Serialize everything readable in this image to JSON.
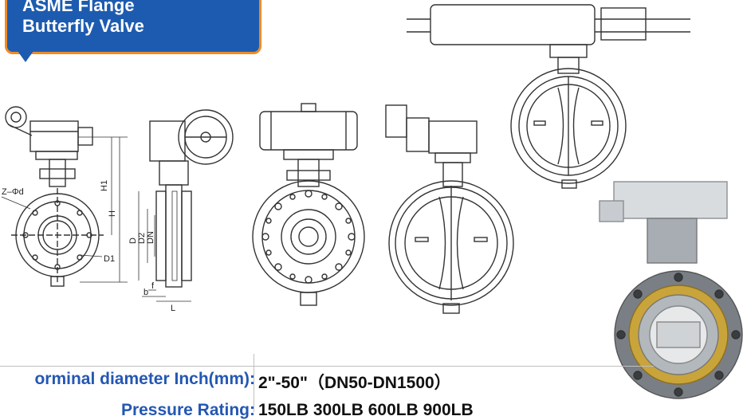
{
  "badge": {
    "line1": "ASME Flange",
    "line2": "Butterfly Valve"
  },
  "dimension_labels": {
    "z_phi_d": "Z–Φd",
    "d1": "D1",
    "h1": "H1",
    "h": "H",
    "d": "D",
    "d2": "D2",
    "dn": "DN",
    "b": "b",
    "f": "f",
    "l": "L"
  },
  "specs": [
    {
      "label": "orminal diameter Inch(mm):",
      "value": "2\"-50\"（DN50-DN1500）"
    },
    {
      "label": "Pressure Rating:",
      "value": "150LB 300LB 600LB 900LB"
    }
  ],
  "colors": {
    "badge_bg": "#1d5bb0",
    "badge_border": "#f08a24",
    "spec_label": "#2457b3",
    "drawing_line": "#333333",
    "brass_ring": "#c9a43a"
  }
}
